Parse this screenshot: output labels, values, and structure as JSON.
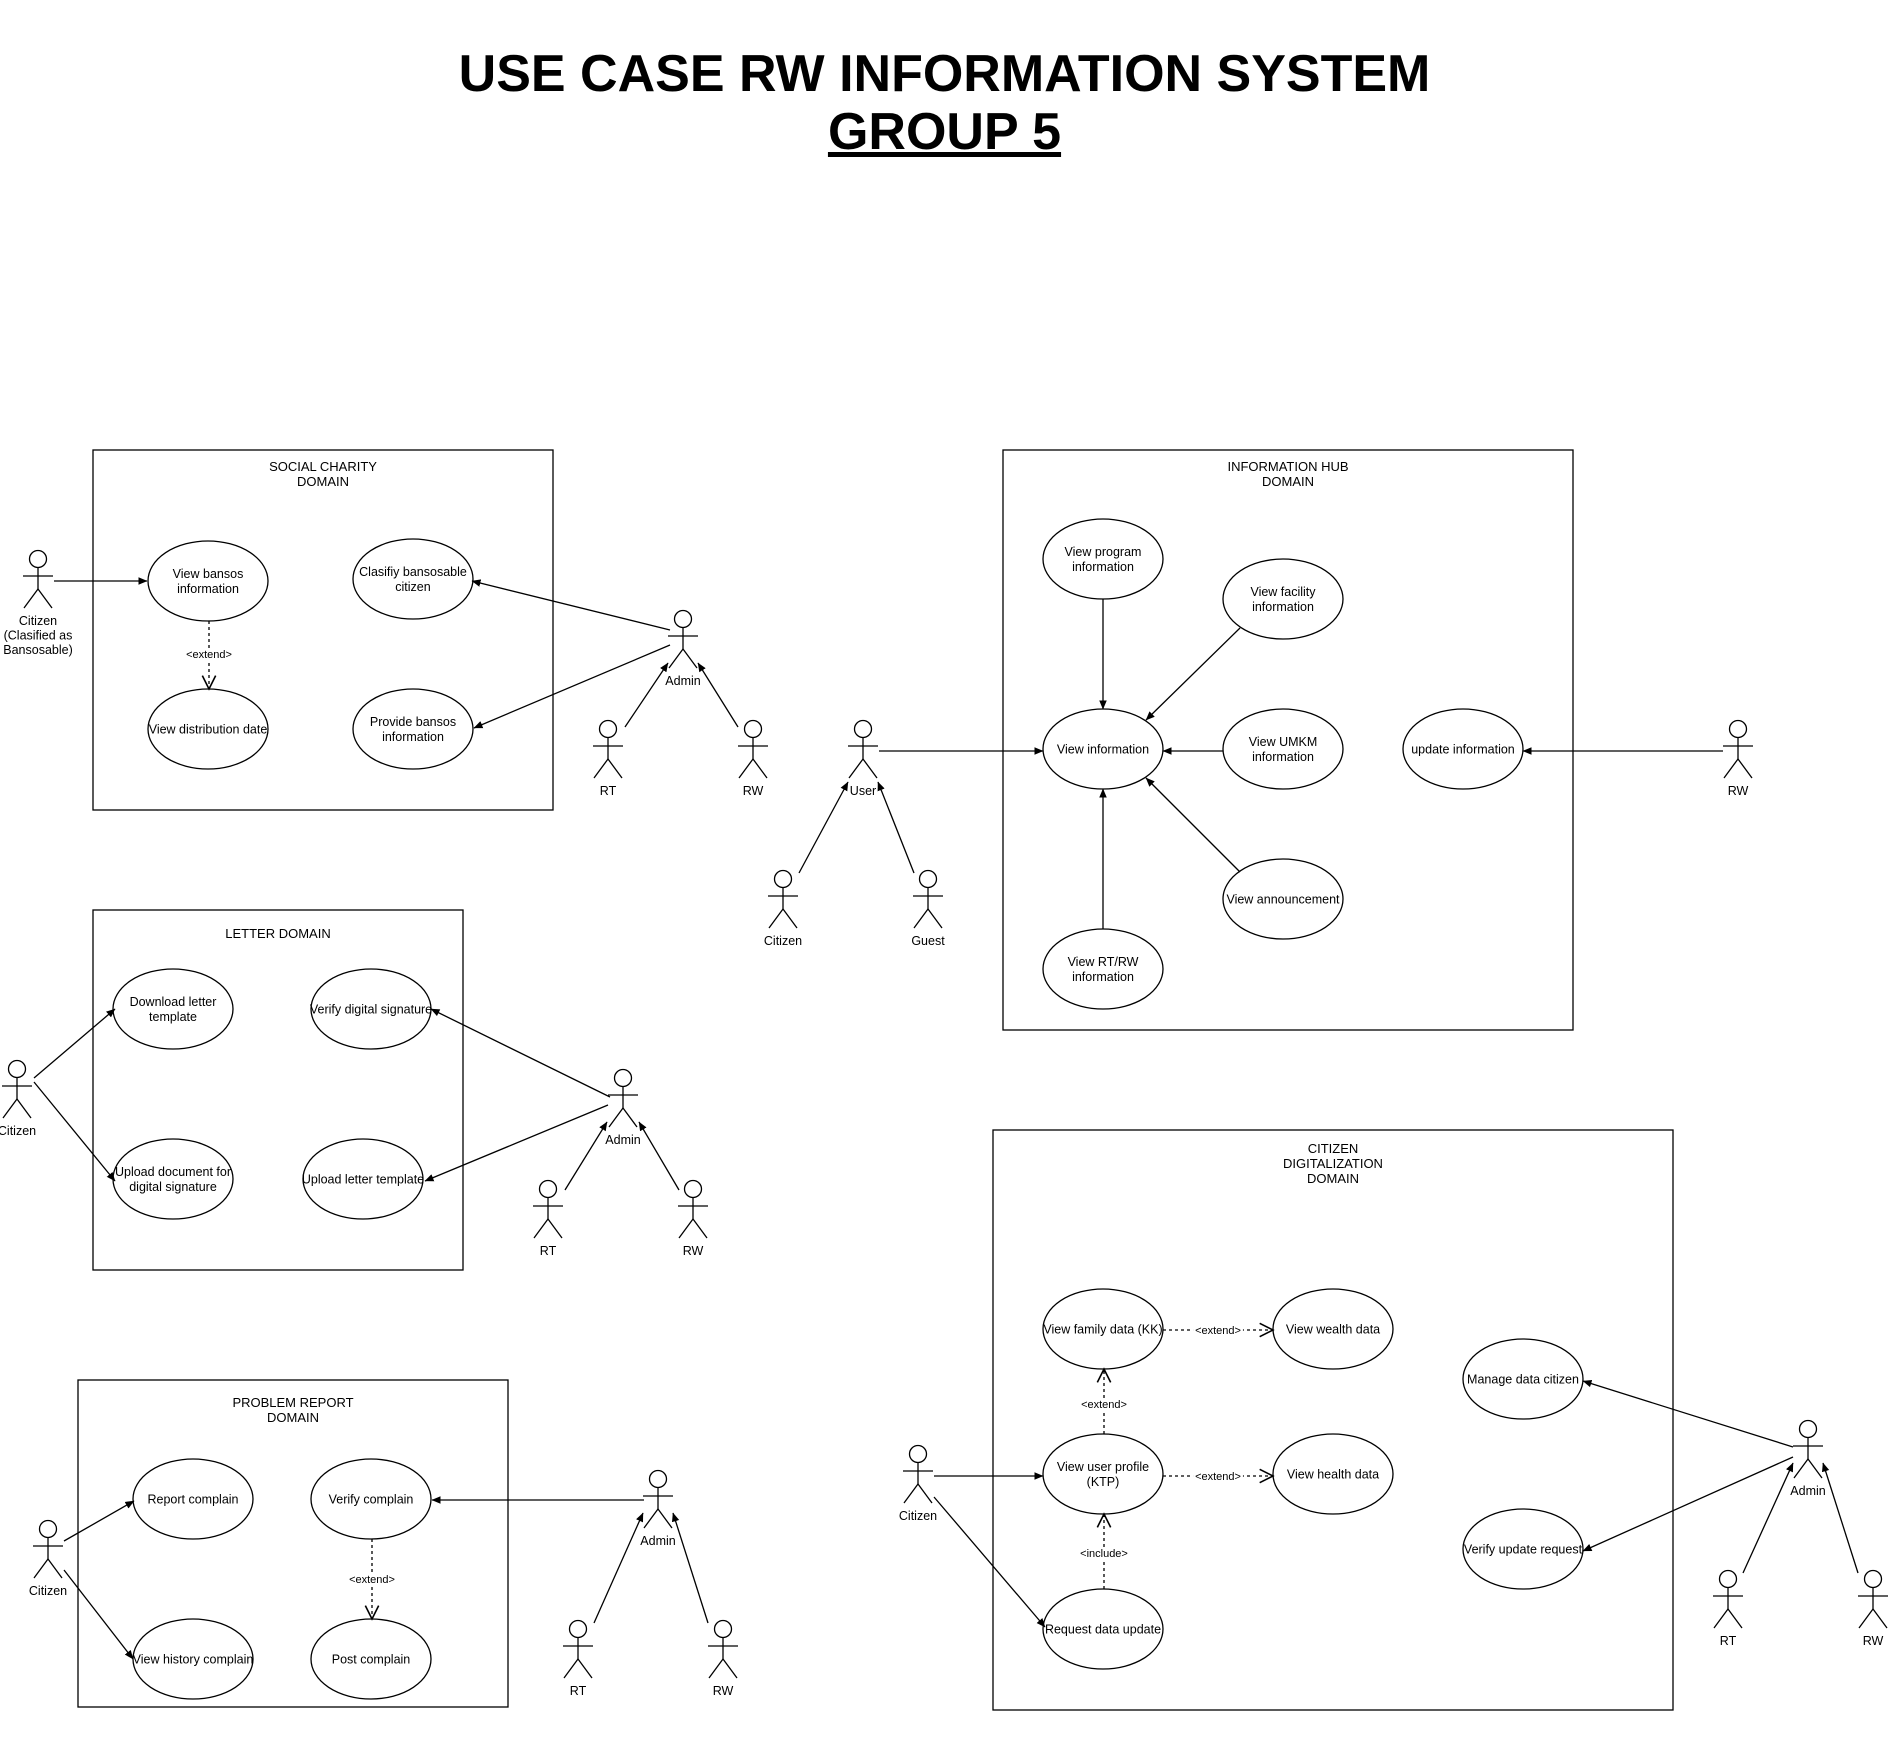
{
  "header": {
    "title": "USE CASE RW INFORMATION SYSTEM",
    "subtitle": "GROUP 5"
  },
  "domains": {
    "social": {
      "title": [
        "SOCIAL CHARITY",
        "DOMAIN"
      ],
      "usecases": {
        "view_bansos": [
          "View bansos",
          "information"
        ],
        "classify": [
          "Clasifiy bansosable",
          "citizen"
        ],
        "distribution": [
          "View distribution date"
        ],
        "provide": [
          "Provide bansos",
          "information"
        ]
      },
      "actors": {
        "citizen": [
          "Citizen",
          "(Clasified as",
          "Bansosable)"
        ],
        "admin": [
          "Admin"
        ],
        "rt": [
          "RT"
        ],
        "rw": [
          "RW"
        ]
      },
      "extend_label": "<extend>"
    },
    "letter": {
      "title": [
        "LETTER DOMAIN"
      ],
      "usecases": {
        "download": [
          "Download letter",
          "template"
        ],
        "verify_sig": [
          "Verify digital signature"
        ],
        "upload_doc": [
          "Upload document for",
          "digital signature"
        ],
        "upload_tpl": [
          "Upload letter template"
        ]
      },
      "actors": {
        "citizen": [
          "Citizen"
        ],
        "admin": [
          "Admin"
        ],
        "rt": [
          "RT"
        ],
        "rw": [
          "RW"
        ]
      }
    },
    "problem": {
      "title": [
        "PROBLEM REPORT",
        "DOMAIN"
      ],
      "usecases": {
        "report": [
          "Report complain"
        ],
        "verify": [
          "Verify complain"
        ],
        "history": [
          "View history complain"
        ],
        "post": [
          "Post complain"
        ]
      },
      "actors": {
        "citizen": [
          "Citizen"
        ],
        "admin": [
          "Admin"
        ],
        "rt": [
          "RT"
        ],
        "rw": [
          "RW"
        ]
      },
      "extend_label": "<extend>"
    },
    "hub": {
      "title": [
        "INFORMATION HUB",
        "DOMAIN"
      ],
      "usecases": {
        "program": [
          "View program",
          "information"
        ],
        "facility": [
          "View facility",
          "information"
        ],
        "info": [
          "View information"
        ],
        "umkm": [
          "View UMKM",
          "information"
        ],
        "update": [
          "update information"
        ],
        "announcement": [
          "View announcement"
        ],
        "rtrw": [
          "View RT/RW",
          "information"
        ]
      },
      "actors": {
        "user": [
          "User"
        ],
        "citizen": [
          "Citizen"
        ],
        "guest": [
          "Guest"
        ],
        "rw": [
          "RW"
        ]
      }
    },
    "digital": {
      "title": [
        "CITIZEN",
        "DIGITALIZATION",
        "DOMAIN"
      ],
      "usecases": {
        "family": [
          "View family data (KK)"
        ],
        "wealth": [
          "View wealth data"
        ],
        "profile": [
          "View user profile",
          "(KTP)"
        ],
        "health": [
          "View health data"
        ],
        "request": [
          "Request data update"
        ],
        "manage": [
          "Manage data citizen"
        ],
        "verify_req": [
          "Verify update request"
        ]
      },
      "actors": {
        "citizen": [
          "Citizen"
        ],
        "admin": [
          "Admin"
        ],
        "rt": [
          "RT"
        ],
        "rw": [
          "RW"
        ]
      },
      "extend_label": "<extend>",
      "include_label": "<include>"
    }
  }
}
